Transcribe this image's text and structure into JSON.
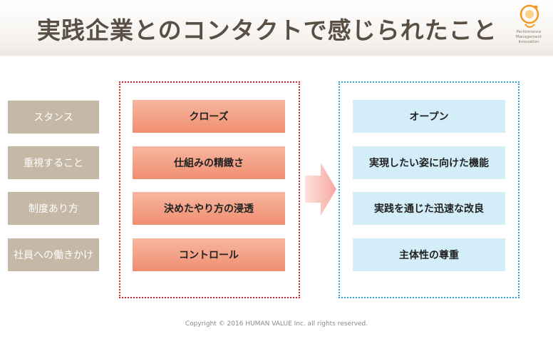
{
  "title": "実践企業とのコンタクトで感じられたこと",
  "logo": {
    "lines": [
      "Performance",
      "Management",
      "Innovation"
    ]
  },
  "categories": [
    "スタンス",
    "重視すること",
    "制度あり方",
    "社員への働きかけ"
  ],
  "before": [
    "クローズ",
    "仕組みの精緻さ",
    "決めたやり方の浸透",
    "コントロール"
  ],
  "after": [
    "オープン",
    "実現したい姿に向けた機能",
    "実践を通じた迅速な改良",
    "主体性の尊重"
  ],
  "footer": "Copyright © 2016 HUMAN VALUE Inc. all rights reserved.",
  "colors": {
    "title_text": "#5a4f44",
    "category_fill": "#c5b8a7",
    "before_border": "#d4232a",
    "before_fill": "#f08e70",
    "after_border": "#2aa6d6",
    "after_fill": "#d3eef9",
    "logo_accent": "#f39a1e"
  }
}
